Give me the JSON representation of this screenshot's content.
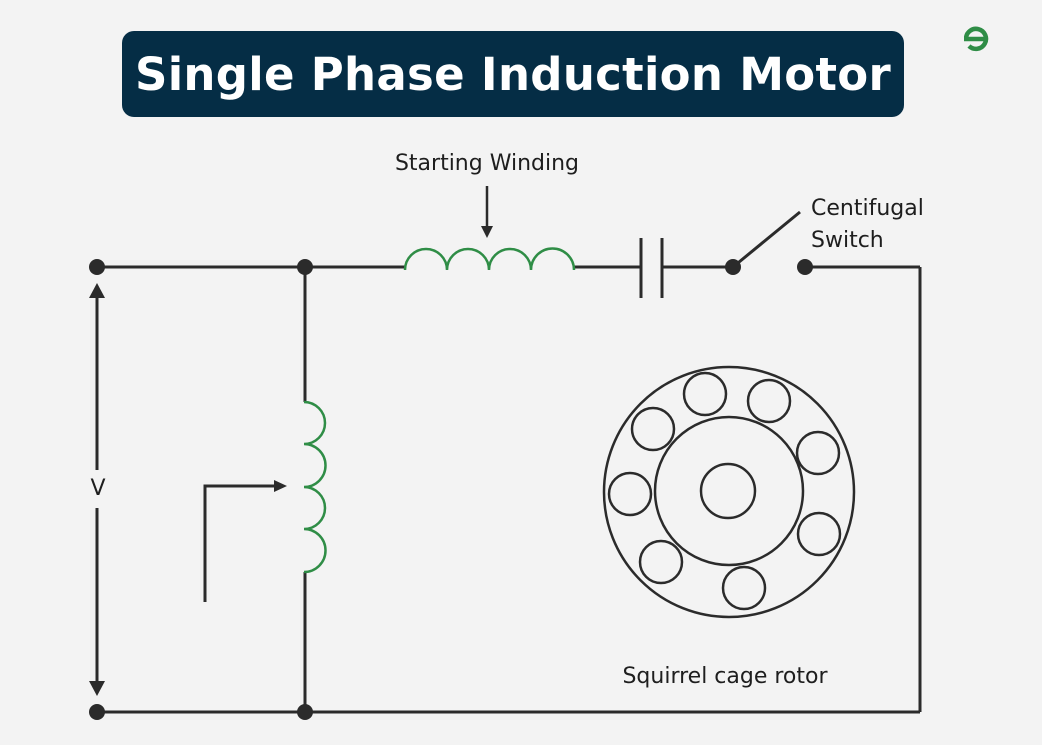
{
  "title": "Single Phase Induction Motor",
  "logo": {
    "name": "gfg-logo",
    "color": "#2f8d46"
  },
  "colors": {
    "wire": "#2b2b2b",
    "winding": "#2f8d46",
    "banner": "#052d45",
    "background": "#f3f3f3"
  },
  "labels": {
    "starting_winding": "Starting Winding",
    "switch_line1": "Centifugal",
    "switch_line2": "Switch",
    "voltage": "V",
    "rotor": "Squirrel cage rotor"
  },
  "components": {
    "starting_winding_turns": 4,
    "running_winding_turns": 4,
    "rotor_bars": 8,
    "switch_state": "open"
  }
}
